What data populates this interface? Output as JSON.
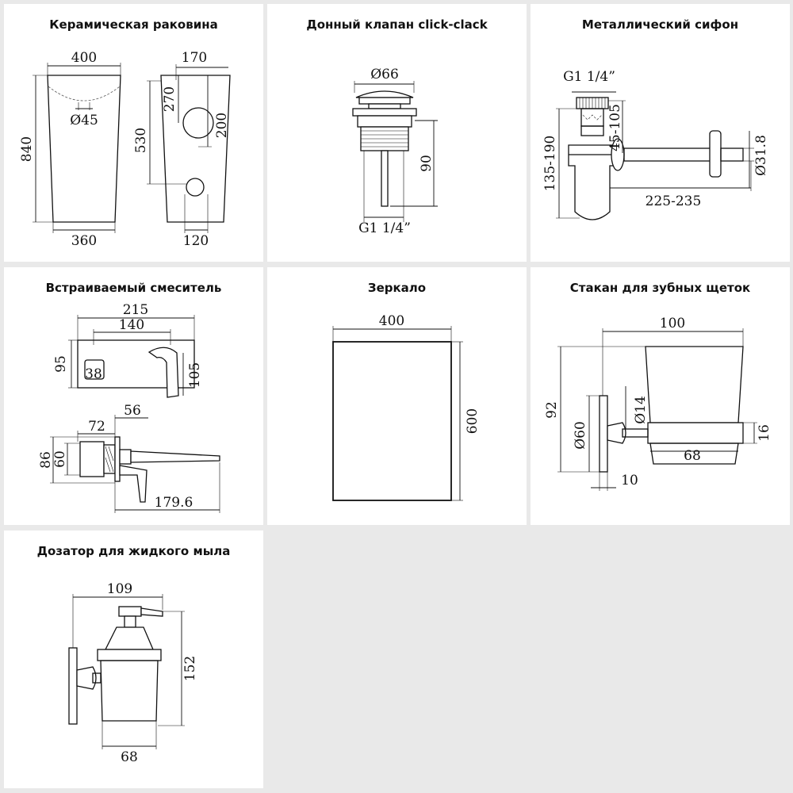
{
  "panels": [
    {
      "title": "Керамическая раковина",
      "labels": {
        "width_top": "400",
        "diameter": "Ø45",
        "height": "840",
        "width_bottom": "360",
        "depth": "170",
        "hole_top": "270",
        "hole_dia": "200",
        "pipe_height": "530",
        "pipe_dia": "120"
      }
    },
    {
      "title": "Донный клапан click-clack",
      "labels": {
        "diameter": "Ø66",
        "height": "90",
        "thread": "G1 1/4”"
      }
    },
    {
      "title": "Металлический сифон",
      "labels": {
        "thread": "G1 1/4”",
        "adjust": "45-105",
        "height": "135-190",
        "diameter": "Ø31.8",
        "length": "225-235"
      }
    },
    {
      "title": "Встраиваемый смеситель",
      "labels": {
        "plate_width": "215",
        "inner_width": "140",
        "plate_height": "95",
        "knob": "38",
        "spout_height": "105",
        "depth_total": "56",
        "body": "72",
        "outer_h": "86",
        "inner_h": "60",
        "spout_length": "179.6"
      }
    },
    {
      "title": "Зеркало",
      "labels": {
        "width": "400",
        "height": "600"
      }
    },
    {
      "title": "Стакан для зубных щеток",
      "labels": {
        "width": "100",
        "height": "92",
        "flange": "Ø60",
        "rod": "Ø14",
        "ring": "16",
        "cup": "68",
        "offset": "10"
      }
    },
    {
      "title": "Дозатор для жидкого мыла",
      "labels": {
        "width": "109",
        "height": "152",
        "bottle": "68"
      }
    }
  ],
  "colors": {
    "line": "#111111",
    "background": "#e9e9e9",
    "panel": "#ffffff"
  }
}
